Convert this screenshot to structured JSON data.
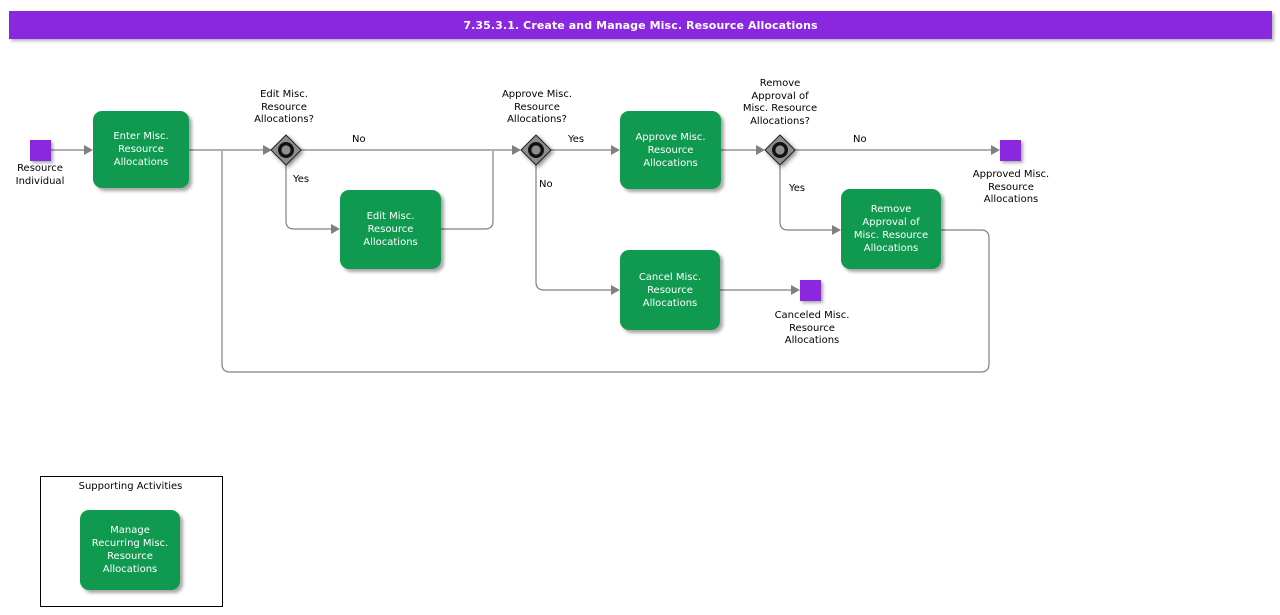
{
  "header": {
    "title": "7.35.3.1. Create and Manage Misc. Resource Allocations"
  },
  "palette": {
    "purple": "#8a28df",
    "green": "#109a50",
    "line_gray": "#808080",
    "diamond_gray": "#8e8e8e"
  },
  "flow": {
    "start_event": {
      "label": "Resource\nIndividual"
    },
    "task_enter": {
      "label": "Enter Misc.\nResource\nAllocations"
    },
    "decision_edit": {
      "label": "Edit Misc.\nResource\nAllocations?",
      "yes": "Yes",
      "no": "No"
    },
    "task_edit": {
      "label": "Edit Misc.\nResource\nAllocations"
    },
    "decision_approve": {
      "label": "Approve Misc.\nResource\nAllocations?",
      "yes": "Yes",
      "no": "No"
    },
    "task_approve": {
      "label": "Approve Misc.\nResource\nAllocations"
    },
    "task_cancel": {
      "label": "Cancel Misc.\nResource\nAllocations"
    },
    "end_canceled": {
      "label": "Canceled Misc.\nResource\nAllocations"
    },
    "decision_remove": {
      "label": "Remove\nApproval of\nMisc. Resource\nAllocations?",
      "yes": "Yes",
      "no": "No"
    },
    "task_remove": {
      "label": "Remove\nApproval of\nMisc. Resource\nAllocations"
    },
    "end_approved": {
      "label": "Approved Misc.\nResource\nAllocations"
    }
  },
  "supporting": {
    "title": "Supporting Activities",
    "task_manage": {
      "label": "Manage\nRecurring Misc.\nResource\nAllocations"
    }
  }
}
